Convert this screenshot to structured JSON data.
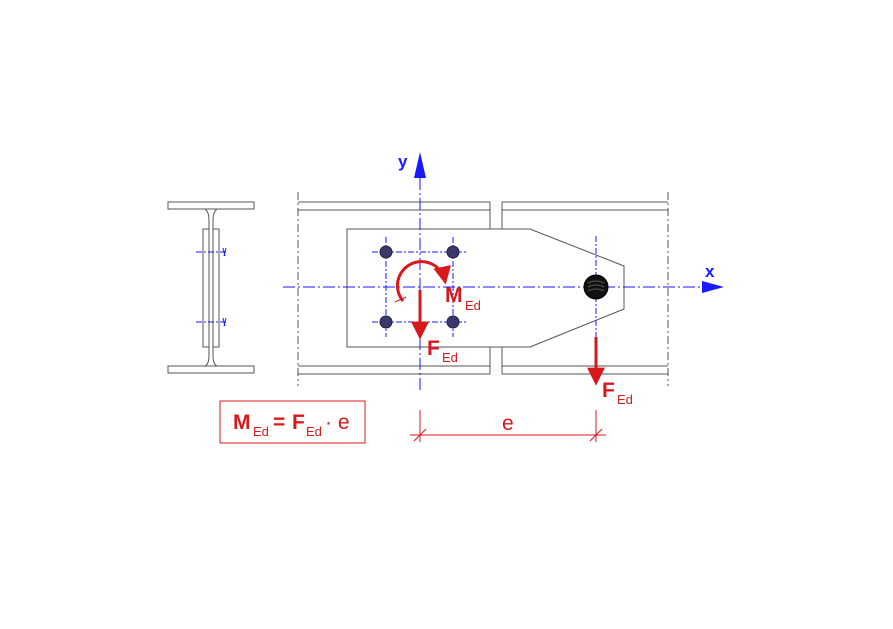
{
  "colors": {
    "steel": "#555555",
    "axis": "#1a1aff",
    "force": "#d7191c",
    "bolt_fill": "#3a3a6a",
    "pin_fill": "#111111"
  },
  "axes": {
    "x_label": "x",
    "y_label": "y"
  },
  "labels": {
    "moment_main": "M",
    "moment_sub": "Ed",
    "force_main": "F",
    "force_sub": "Ed",
    "load_main": "F",
    "load_sub": "Ed",
    "eccentricity": "e"
  },
  "formula": {
    "m_main": "M",
    "m_sub": "Ed",
    "equals": "=",
    "f_main": "F",
    "f_sub": "Ed",
    "times_e": "· e"
  }
}
